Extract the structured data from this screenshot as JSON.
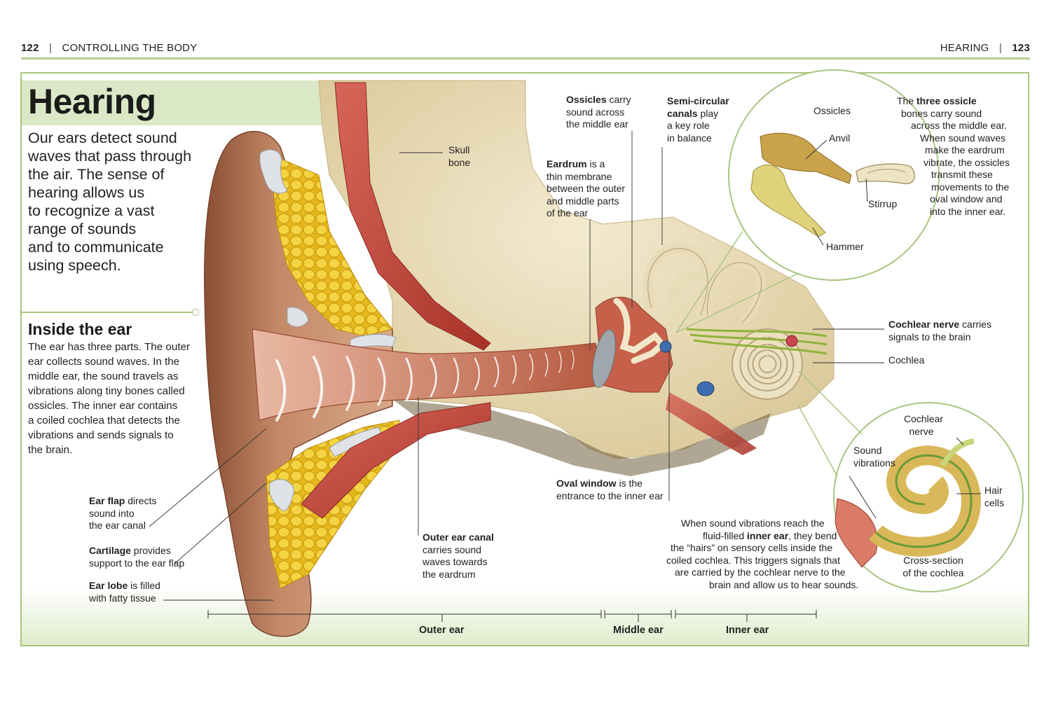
{
  "header": {
    "left_page": "122",
    "left_section": "CONTROLLING THE BODY",
    "right_section": "HEARING",
    "right_page": "123"
  },
  "title": "Hearing",
  "intro_lines": [
    "Our ears detect sound",
    "waves that pass through",
    "the air. The sense of",
    "hearing allows us",
    "to recognize a vast",
    "range of sounds",
    "and to communicate",
    "using speech."
  ],
  "subheading": "Inside the ear",
  "body_lines": [
    "The ear has three parts. The outer",
    "ear collects sound waves. In the",
    "middle ear, the sound travels as",
    "vibrations along tiny bones called",
    "ossicles. The inner ear contains",
    "a coiled cochlea that detects the",
    "vibrations and sends signals to",
    "the brain."
  ],
  "labels": {
    "skull": [
      "Skull",
      "bone"
    ],
    "ossicles_bold": "Ossicles",
    "ossicles_rest": " carry",
    "ossicles_lines": [
      "sound across",
      "the middle ear"
    ],
    "semi_bold_1": "Semi-circular",
    "semi_bold_2": "canals",
    "semi_rest": " play",
    "semi_lines": [
      "a key role",
      "in balance"
    ],
    "eardrum_bold": "Eardrum",
    "eardrum_rest": " is a",
    "eardrum_lines": [
      "thin membrane",
      "between the outer",
      "and middle parts",
      "of the ear"
    ],
    "three_pre": "The ",
    "three_bold": "three ossicle",
    "three_lines": [
      "bones carry sound",
      "across the middle ear.",
      "When sound waves",
      "make the eardrum",
      "vibrate, the ossicles",
      "transmit these",
      "movements to the",
      "oval window and",
      "into the inner ear."
    ],
    "inset_title": "Ossicles",
    "anvil": "Anvil",
    "stirrup": "Stirrup",
    "hammer": "Hammer",
    "cochlear_nerve_bold": "Cochlear nerve",
    "cochlear_nerve_rest": " carries",
    "cochlear_nerve_line2": "signals to the brain",
    "cochlea": "Cochlea",
    "inset2_nerve": [
      "Cochlear",
      "nerve"
    ],
    "inset2_sound": [
      "Sound",
      "vibrations"
    ],
    "inset2_hair": [
      "Hair",
      "cells"
    ],
    "inset2_caption": [
      "Cross-section",
      "of the cochlea"
    ],
    "oval_bold": "Oval window",
    "oval_rest": " is the",
    "oval_line2": "entrance to the inner ear",
    "inner_note_1": "When sound vibrations reach the",
    "inner_note_2_pre": "fluid-filled ",
    "inner_note_2_bold": "inner ear",
    "inner_note_2_post": ", they bend",
    "inner_note_lines": [
      "the “hairs” on sensory cells inside the",
      "coiled cochlea. This triggers signals that",
      "are carried by the cochlear nerve to the",
      "brain and allow us to hear sounds."
    ],
    "flap_bold": "Ear flap",
    "flap_rest": " directs",
    "flap_lines": [
      "sound into",
      "the ear canal"
    ],
    "cart_bold": "Cartilage",
    "cart_rest": " provides",
    "cart_line2": "support to the ear flap",
    "lobe_bold": "Ear lobe",
    "lobe_rest": " is filled",
    "lobe_line2": "with fatty tissue",
    "canal_bold": "Outer ear canal",
    "canal_lines": [
      "carries sound",
      "waves towards",
      "the eardrum"
    ]
  },
  "sections": {
    "outer": "Outer ear",
    "middle": "Middle ear",
    "inner": "Inner ear"
  },
  "colors": {
    "accent_green": "#a9c57f",
    "title_band": "#dbe8c6",
    "skin": "#b87a5a",
    "muscle": "#c0473d",
    "fat": "#e8c020",
    "bone": "#e9dcb4"
  }
}
